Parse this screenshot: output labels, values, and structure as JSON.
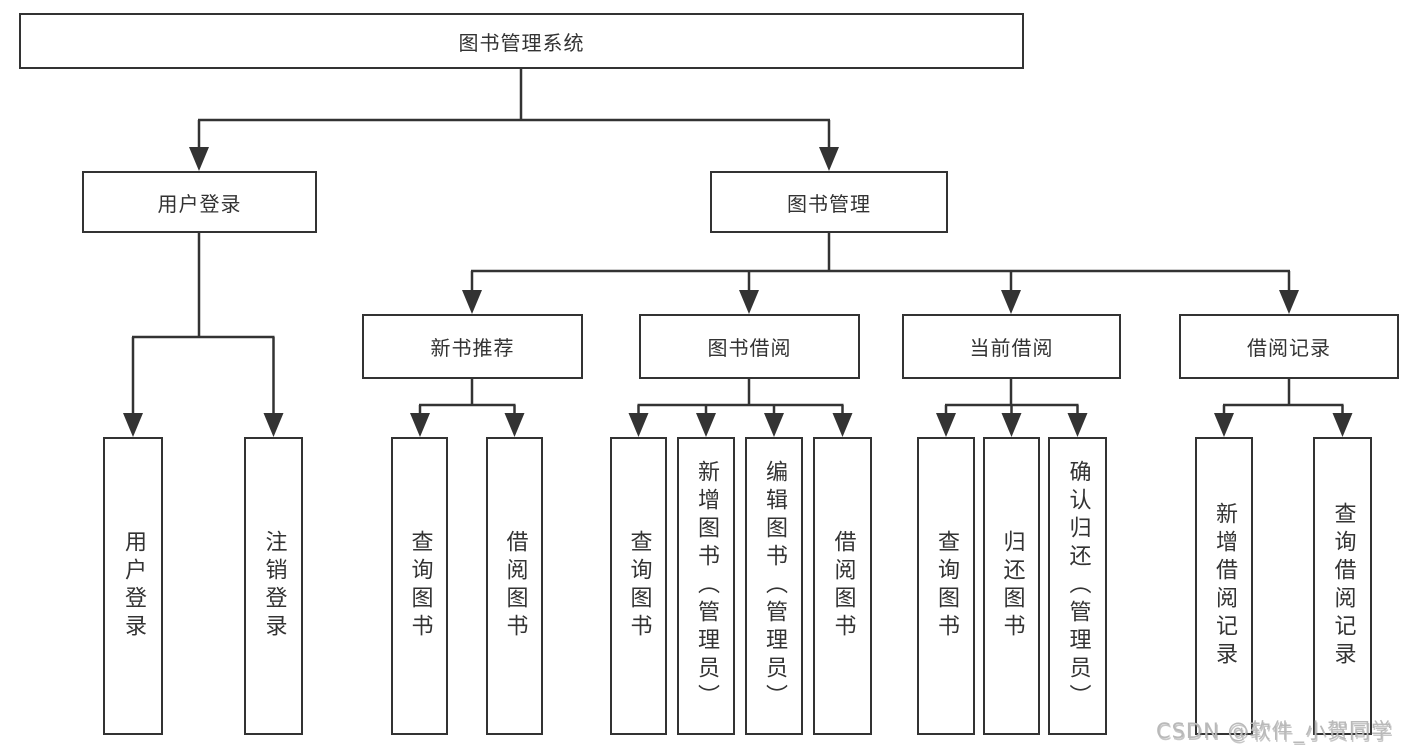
{
  "diagram": {
    "root": {
      "label": "图书管理系统"
    },
    "level2": [
      {
        "label": "用户登录"
      },
      {
        "label": "图书管理"
      }
    ],
    "level3": [
      {
        "label": "新书推荐"
      },
      {
        "label": "图书借阅"
      },
      {
        "label": "当前借阅"
      },
      {
        "label": "借阅记录"
      }
    ],
    "leaves": [
      {
        "parent": "用户登录",
        "label": "用户登录"
      },
      {
        "parent": "用户登录",
        "label": "注销登录"
      },
      {
        "parent": "新书推荐",
        "label": "查询图书"
      },
      {
        "parent": "新书推荐",
        "label": "借阅图书"
      },
      {
        "parent": "图书借阅",
        "label": "查询图书"
      },
      {
        "parent": "图书借阅",
        "label": "新增图书（管理员）"
      },
      {
        "parent": "图书借阅",
        "label": "编辑图书（管理员）"
      },
      {
        "parent": "图书借阅",
        "label": "借阅图书"
      },
      {
        "parent": "当前借阅",
        "label": "查询图书"
      },
      {
        "parent": "当前借阅",
        "label": "归还图书"
      },
      {
        "parent": "当前借阅",
        "label": "确认归还（管理员）"
      },
      {
        "parent": "借阅记录",
        "label": "新增借阅记录"
      },
      {
        "parent": "借阅记录",
        "label": "查询借阅记录"
      }
    ],
    "watermark": "CSDN @软件_小贺同学",
    "colors": {
      "line": "#333333",
      "box_border": "#333333",
      "box_fill": "#ffffff",
      "text": "#333333",
      "watermark": "#b9b9b9"
    }
  }
}
